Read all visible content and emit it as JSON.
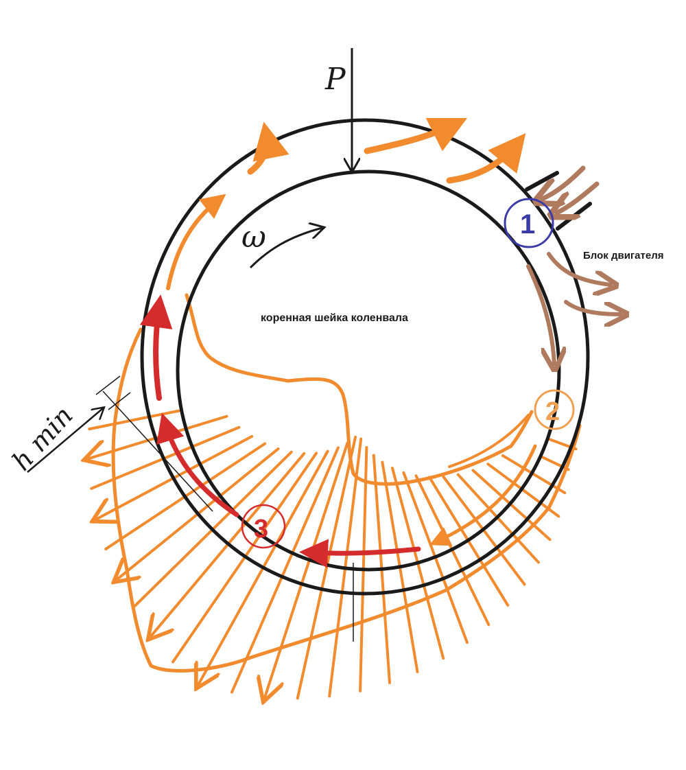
{
  "labels": {
    "force": "P",
    "omega": "ω",
    "journal": "коренная шейка коленвала",
    "block": "Блок двигателя",
    "hmin": "h min"
  },
  "zones": [
    {
      "id": "1",
      "color": "#3a3aa8"
    },
    {
      "id": "2",
      "color": "#f0a050"
    },
    {
      "id": "3",
      "color": "#d42c2c"
    }
  ],
  "colors": {
    "outline": "#1a1a1a",
    "pressure": "#f28a2e",
    "oil_feed": "#b07a5e",
    "min_gap_flow": "#d42c2c"
  }
}
